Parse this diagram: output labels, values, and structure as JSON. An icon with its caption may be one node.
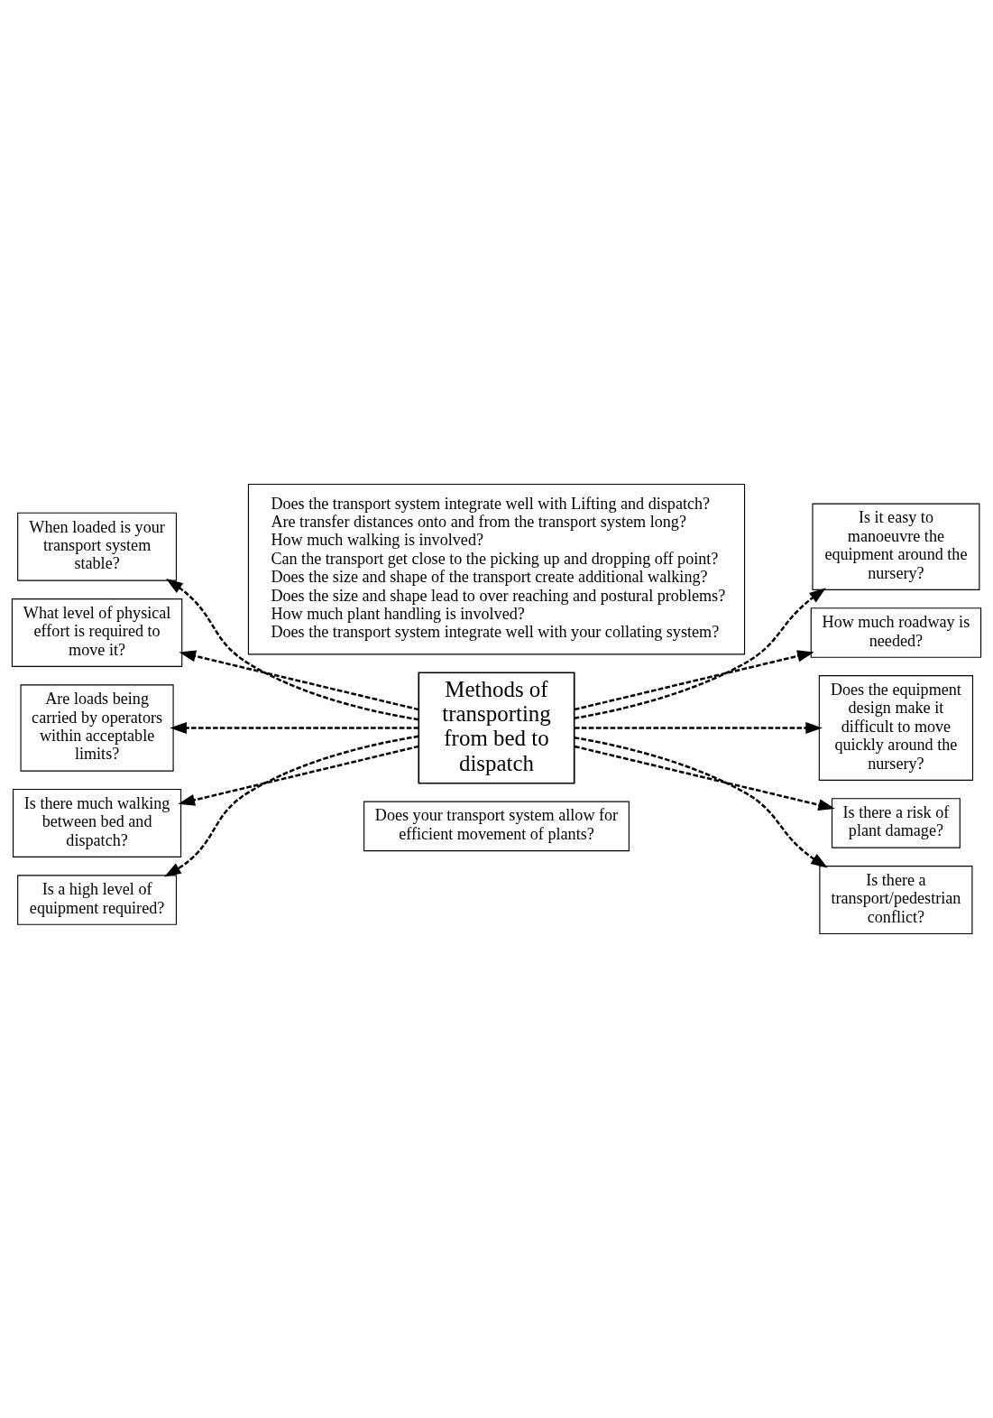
{
  "diagram": {
    "nodes": [
      {
        "text": [
          "Does your transport system allow for efficient movement of plants?"
        ]
      },
      {
        "text": [
          "Methods of transporting from bed to dispatch"
        ]
      },
      {
        "text": [
          "When loaded is your transport system stable?"
        ]
      },
      {
        "text": [
          "What level of physical effort is required to move it?"
        ]
      },
      {
        "text": [
          "Are loads being carried by operators within acceptable limits?"
        ]
      },
      {
        "text": [
          "Is there much walking between bed and dispatch?"
        ]
      },
      {
        "text": [
          "Is a high level of equipment required?"
        ]
      },
      {
        "text": [
          "Is it easy to manoeuvre the equipment around the nursery?"
        ]
      },
      {
        "text": [
          "How much roadway is needed?"
        ]
      },
      {
        "text": [
          "Does the equipment design make it difficult to move quickly around the nursery?"
        ]
      },
      {
        "text": [
          "Is there a risk of plant damage?"
        ]
      },
      {
        "text": [
          "Is there a transport/pedestrian conflict?"
        ]
      },
      {
        "text": [
          "Does the transport system integrate well with Lifting and dispatch?",
          "Are transfer distances onto and from the transport system long?",
          "How much walking is involved?",
          "Can the transport get close to the picking up and dropping off point?",
          "Does the size and shape of the transport create additional walking?",
          "Does the size and shape lead to over reaching and postural problems?",
          "How much plant handling is involved?",
          "Does the transport system integrate well with your collating system?"
        ]
      }
    ],
    "edges": [
      {
        "from": 1,
        "to": 2,
        "arrow": "to",
        "style": "dashed"
      },
      {
        "from": 1,
        "to": 3,
        "arrow": "to",
        "style": "dashed"
      },
      {
        "from": 1,
        "to": 4,
        "arrow": "to",
        "style": "dashed"
      },
      {
        "from": 1,
        "to": 5,
        "arrow": "to",
        "style": "dashed"
      },
      {
        "from": 1,
        "to": 6,
        "arrow": "to",
        "style": "dashed"
      },
      {
        "from": 1,
        "to": 7,
        "arrow": "to",
        "style": "dashed"
      },
      {
        "from": 1,
        "to": 8,
        "arrow": "to",
        "style": "dashed"
      },
      {
        "from": 1,
        "to": 9,
        "arrow": "to",
        "style": "dashed"
      },
      {
        "from": 1,
        "to": 10,
        "arrow": "to",
        "style": "dashed"
      },
      {
        "from": 1,
        "to": 11,
        "arrow": "to",
        "style": "dashed"
      }
    ]
  }
}
